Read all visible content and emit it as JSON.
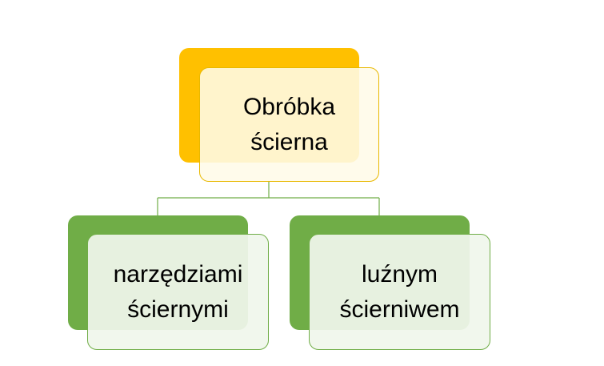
{
  "diagram": {
    "type": "hierarchy",
    "root": {
      "lines": [
        "Obróbka",
        "ścierna"
      ],
      "color": "#ffc000"
    },
    "children": [
      {
        "lines": [
          "narzędziami",
          "ściernymi"
        ],
        "color": "#70ad47"
      },
      {
        "lines": [
          "luźnym",
          "ścierniwem"
        ],
        "color": "#70ad47"
      }
    ],
    "connector_color": "#70ad47"
  }
}
